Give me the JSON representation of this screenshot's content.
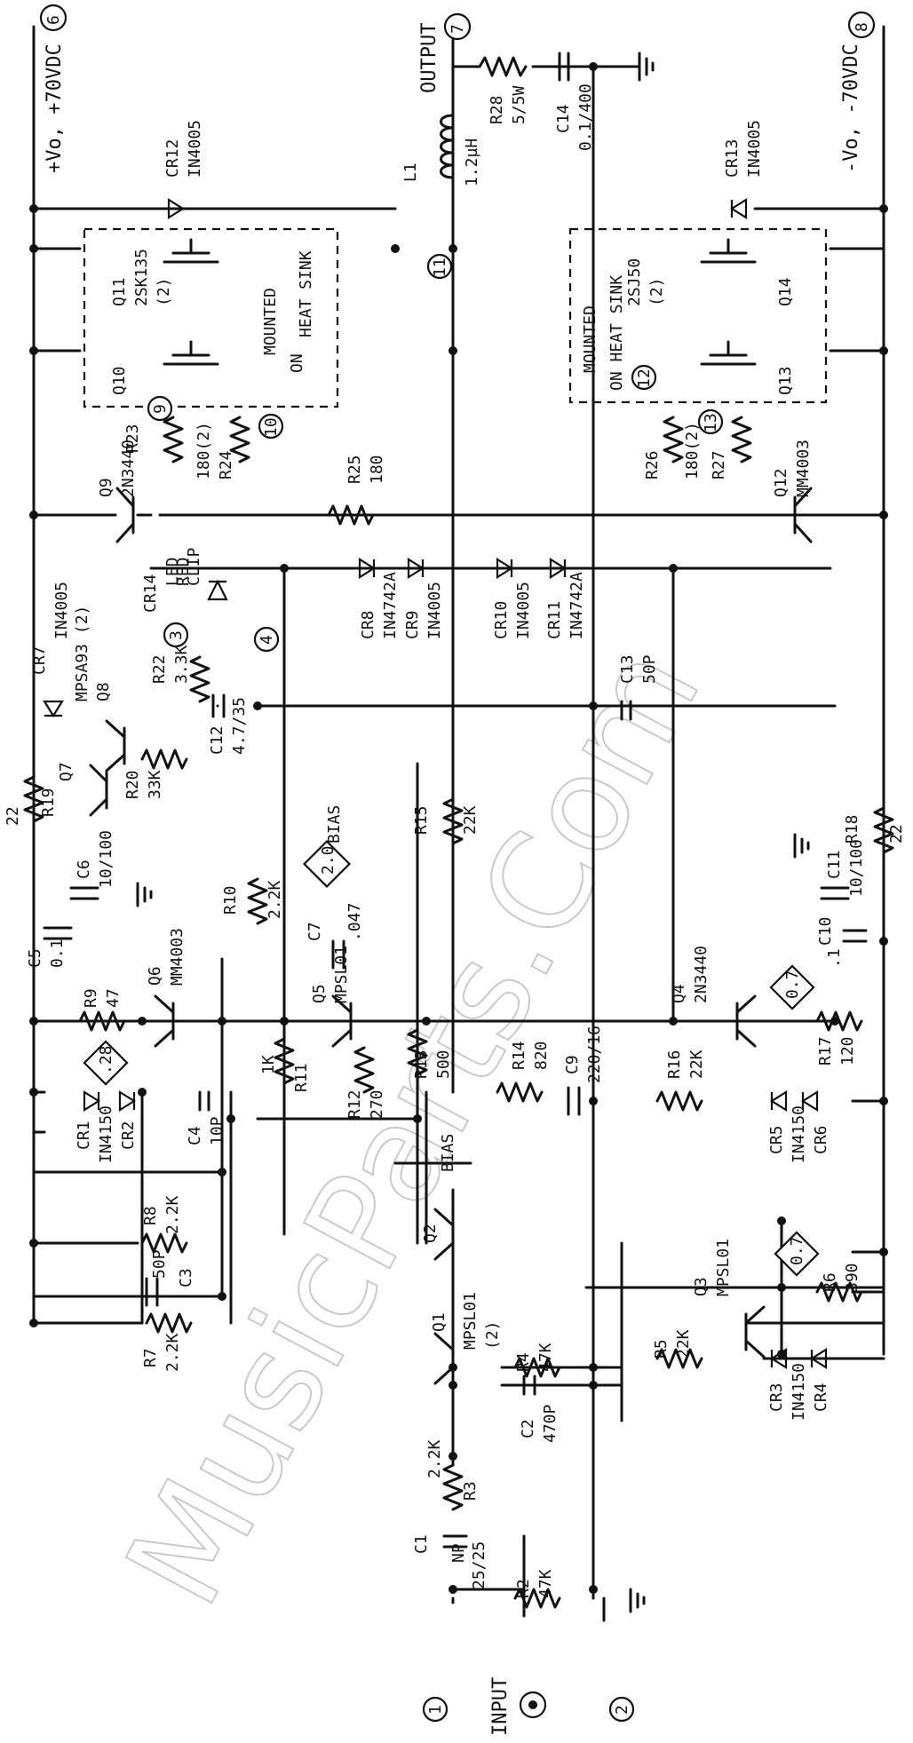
{
  "watermark": "MusicParts.Com",
  "rails": {
    "positive": "+Vo, +70VDC",
    "negative": "-Vo, -70VDC",
    "output": "OUTPUT",
    "input": "INPUT"
  },
  "terminals": [
    "1",
    "2",
    "3",
    "4",
    "6",
    "7",
    "8",
    "9",
    "10",
    "11",
    "12",
    "13"
  ],
  "heat_sink": {
    "left_line1": "MOUNTED",
    "left_line2": "ON",
    "left_line3": "HEAT SINK",
    "right_line1": "MOUNTED",
    "right_line2": "ON HEAT SINK"
  },
  "bias_tags": {
    "b1": "BIAS",
    "b1_value": "2.0",
    "b2": "BIAS",
    "d1": ".28",
    "d2": "0.7",
    "d3": "0.7"
  },
  "components": {
    "Q1": {
      "ref": "Q1",
      "value": "MPSL01"
    },
    "Q2": {
      "ref": "Q2",
      "value": "(2)"
    },
    "Q3": {
      "ref": "Q3",
      "value": "MPSL01"
    },
    "Q4": {
      "ref": "Q4",
      "value": "2N3440"
    },
    "Q5": {
      "ref": "Q5",
      "value": "MPSL01"
    },
    "Q6": {
      "ref": "Q6",
      "value": "MM4003"
    },
    "Q7": {
      "ref": "Q7",
      "value": ""
    },
    "Q8": {
      "ref": "Q8",
      "value": "MPSA93 (2)"
    },
    "Q9": {
      "ref": "Q9",
      "value": "2N3440"
    },
    "Q10": {
      "ref": "Q10",
      "value": ""
    },
    "Q11": {
      "ref": "Q11",
      "value": "2SK135"
    },
    "Q11b": {
      "ref": "(2)",
      "value": ""
    },
    "Q12": {
      "ref": "Q12",
      "value": "MM4003"
    },
    "Q13": {
      "ref": "Q13",
      "value": ""
    },
    "Q14": {
      "ref": "Q14",
      "value": "2SJ50"
    },
    "Q14b": {
      "ref": "(2)",
      "value": ""
    },
    "R2": {
      "ref": "R2",
      "value": "47K"
    },
    "R3": {
      "ref": "R3",
      "value": "2.2K"
    },
    "R4": {
      "ref": "R4",
      "value": "47K"
    },
    "R5": {
      "ref": "R5",
      "value": "22K"
    },
    "R6": {
      "ref": "R6",
      "value": "390"
    },
    "R7": {
      "ref": "R7",
      "value": "2.2K"
    },
    "R8": {
      "ref": "R8",
      "value": "2.2K"
    },
    "R9": {
      "ref": "R9",
      "value": "47"
    },
    "R10": {
      "ref": "R10",
      "value": "2.2K"
    },
    "R11": {
      "ref": "R11",
      "value": "1K"
    },
    "R12": {
      "ref": "R12",
      "value": "270"
    },
    "R13": {
      "ref": "R13",
      "value": "500"
    },
    "R14": {
      "ref": "R14",
      "value": "820"
    },
    "R15": {
      "ref": "R15",
      "value": "22K"
    },
    "R16": {
      "ref": "R16",
      "value": "22K"
    },
    "R17": {
      "ref": "R17",
      "value": "120"
    },
    "R18": {
      "ref": "R18",
      "value": "22"
    },
    "R19": {
      "ref": "R19",
      "value": "22"
    },
    "R20": {
      "ref": "R20",
      "value": "33K"
    },
    "R22": {
      "ref": "R22",
      "value": "3.3K"
    },
    "R23": {
      "ref": "R23",
      "value": "180(2)"
    },
    "R24": {
      "ref": "R24",
      "value": ""
    },
    "R25": {
      "ref": "R25",
      "value": "180"
    },
    "R26": {
      "ref": "R26",
      "value": "180(2)"
    },
    "R27": {
      "ref": "R27",
      "value": ""
    },
    "R28": {
      "ref": "R28",
      "value": "5/5W"
    },
    "C1": {
      "ref": "C1",
      "value": "25/25"
    },
    "C1np": {
      "ref": "NP",
      "value": ""
    },
    "C2": {
      "ref": "C2",
      "value": "470P"
    },
    "C3": {
      "ref": "C3",
      "value": "50P"
    },
    "C4": {
      "ref": "C4",
      "value": "10P"
    },
    "C5": {
      "ref": "C5",
      "value": "0.1"
    },
    "C6": {
      "ref": "C6",
      "value": "10/100"
    },
    "C7": {
      "ref": "C7",
      "value": ".047"
    },
    "C9": {
      "ref": "C9",
      "value": "220/16"
    },
    "C10": {
      "ref": "C10",
      "value": ".1"
    },
    "C11": {
      "ref": "C11",
      "value": "10/100"
    },
    "C12": {
      "ref": "C12",
      "value": "4.7/35"
    },
    "C13": {
      "ref": "C13",
      "value": "50P"
    },
    "C14": {
      "ref": "C14",
      "value": "0.1/400"
    },
    "L1": {
      "ref": "L1",
      "value": "1.2µH"
    },
    "CR1": {
      "ref": "CR1",
      "value": "IN4150"
    },
    "CR2": {
      "ref": "CR2",
      "value": ""
    },
    "CR3": {
      "ref": "CR3",
      "value": "IN4150"
    },
    "CR4": {
      "ref": "CR4",
      "value": ""
    },
    "CR5": {
      "ref": "CR5",
      "value": "IN4150"
    },
    "CR6": {
      "ref": "CR6",
      "value": ""
    },
    "CR7": {
      "ref": "CR7",
      "value": "IN4005"
    },
    "CR8": {
      "ref": "CR8",
      "value": "IN4742A"
    },
    "CR9": {
      "ref": "CR9",
      "value": "IN4005"
    },
    "CR10": {
      "ref": "CR10",
      "value": "IN4005"
    },
    "CR11": {
      "ref": "CR11",
      "value": "IN4742A"
    },
    "CR12": {
      "ref": "CR12",
      "value": "IN4005"
    },
    "CR13": {
      "ref": "CR13",
      "value": "IN4005"
    },
    "CR14": {
      "ref": "CR14",
      "value": "LED"
    },
    "CR14a": {
      "ref": "RED",
      "value": "CLIP"
    }
  }
}
